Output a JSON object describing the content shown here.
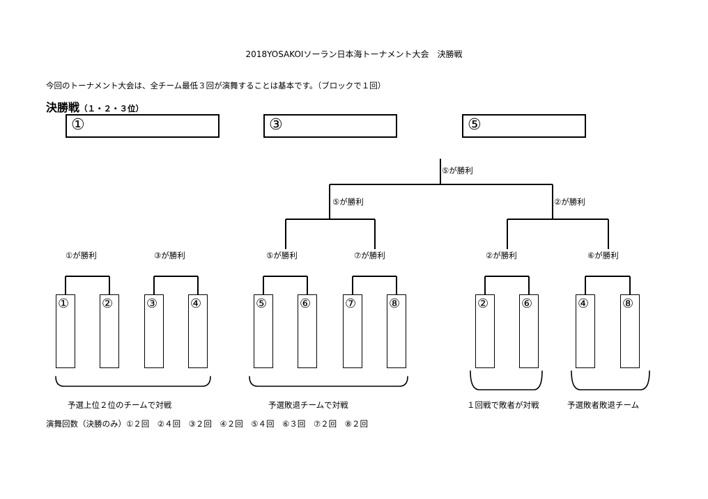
{
  "header": {
    "title": "2018YOSAKOIソーラン日本海トーナメント大会　決勝戦",
    "note": "今回のトーナメント大会は、全チーム最低３回が演舞することは基本です。（ブロックで１回）",
    "final_label": "決勝戦",
    "final_sub": "（１・２・３位）"
  },
  "rank_boxes": [
    "①",
    "③",
    "⑤"
  ],
  "teams": [
    "①",
    "②",
    "③",
    "④",
    "⑤",
    "⑥",
    "⑦",
    "⑧",
    "②",
    "⑥",
    "④",
    "⑧"
  ],
  "winners": {
    "top": "⑤が勝利",
    "semi_left": "⑤が勝利",
    "semi_right": "②が勝利",
    "m1": "①が勝利",
    "m2": "③が勝利",
    "m3": "⑤が勝利",
    "m4": "⑦が勝利",
    "m5": "②が勝利",
    "m6": "⑥が勝利"
  },
  "groups": [
    "予選上位２位のチームで対戦",
    "予選敗退チームで対戦",
    "１回戦で敗者が対戦",
    "予選敗者敗退チーム"
  ],
  "counts": "演舞回数（決勝のみ）①２回　②４回　③２回　④２回　⑤４回　⑥３回　⑦２回　⑧２回"
}
